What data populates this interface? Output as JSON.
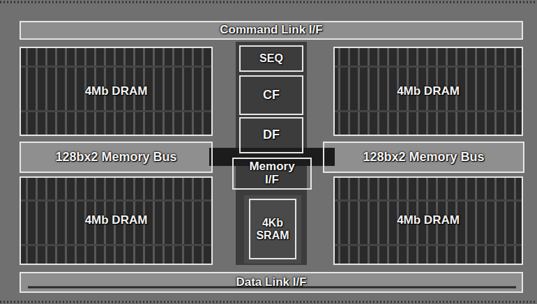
{
  "diagram": {
    "nodes": [
      {
        "text": [
          "Command Link I/F"
        ]
      },
      {
        "text": [
          "4Mb DRAM"
        ]
      },
      {
        "text": [
          "SEQ"
        ]
      },
      {
        "text": [
          "CF"
        ]
      },
      {
        "text": [
          "4Mb DRAM"
        ]
      },
      {
        "text": [
          "128bx2 Memory Bus"
        ]
      },
      {
        "text": [
          "DF"
        ]
      },
      {
        "text": [
          "Memory I/F"
        ]
      },
      {
        "text": [
          "128bx2 Memory Bus"
        ]
      },
      {
        "text": [
          "4Mb DRAM"
        ]
      },
      {
        "text": [
          "4Kb SRAM"
        ]
      },
      {
        "text": [
          "4Mb DRAM"
        ]
      },
      {
        "text": [
          "Data Link I/F"
        ]
      }
    ]
  }
}
